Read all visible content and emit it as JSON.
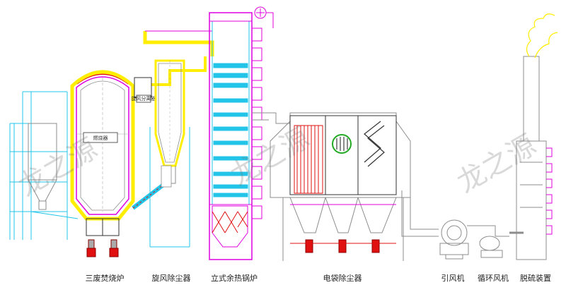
{
  "colors": {
    "cyan": "#22c5e8",
    "magenta": "#e000e0",
    "yellow": "#ffee00",
    "red": "#e01010",
    "green": "#22aa22",
    "gray": "#8c8c8c",
    "dark": "#333333"
  },
  "watermark": "龙之源",
  "inner_labels": {
    "cyclone_box": "旋风分离器",
    "furnace_box": "燃烧器"
  },
  "equipment": [
    {
      "id": "incinerator",
      "label": "三废焚烧炉"
    },
    {
      "id": "cyclone",
      "label": "旋风除尘器"
    },
    {
      "id": "boiler",
      "label": "立式余热锅炉"
    },
    {
      "id": "baghouse",
      "label": "电袋除尘器"
    },
    {
      "id": "id_fan",
      "label": "引风机"
    },
    {
      "id": "recirc_fan",
      "label": "循环风机"
    },
    {
      "id": "desulfur",
      "label": "脱硫装置"
    }
  ]
}
